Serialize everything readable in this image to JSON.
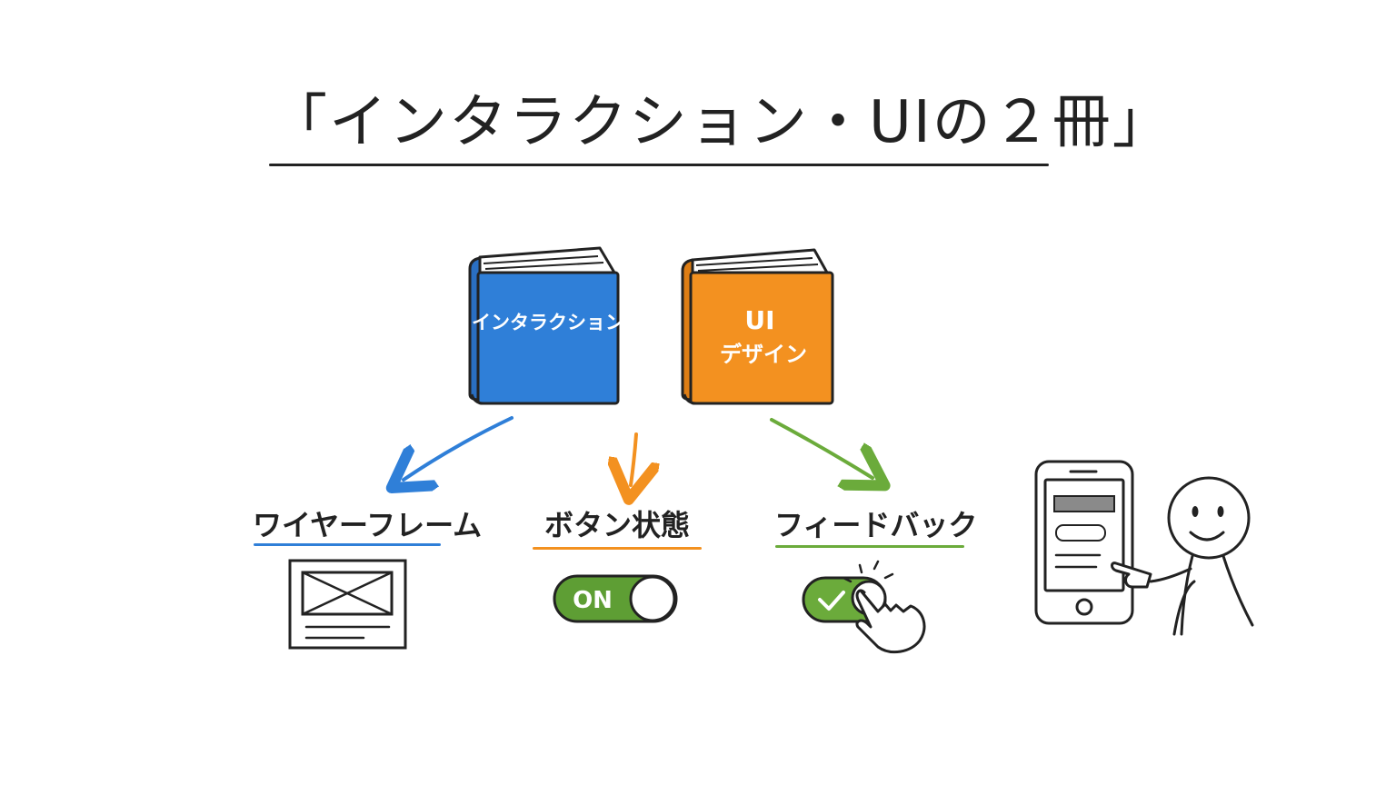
{
  "title": "「インタラクション・UIの２冊」",
  "colors": {
    "ink": "#222222",
    "blue": "#2f7fd8",
    "orange": "#f39120",
    "green": "#6bab3b",
    "toggle_green": "#5e9e34"
  },
  "books": [
    {
      "label_lines": [
        "インタラクション"
      ],
      "color": "#2f7fd8"
    },
    {
      "label_lines": [
        "UI",
        "デザイン"
      ],
      "color": "#f39120"
    }
  ],
  "topics": [
    {
      "label": "ワイヤーフレーム",
      "color": "#2f7fd8",
      "icon": "wireframe-icon"
    },
    {
      "label": "ボタン状態",
      "color": "#f39120",
      "icon": "toggle-switch-icon"
    },
    {
      "label": "フィードバック",
      "color": "#6bab3b",
      "icon": "tap-check-icon"
    }
  ],
  "toggle": {
    "on_label": "ON"
  },
  "figure": {
    "icon": "stick-figure-icon",
    "device_icon": "smartphone-icon"
  }
}
